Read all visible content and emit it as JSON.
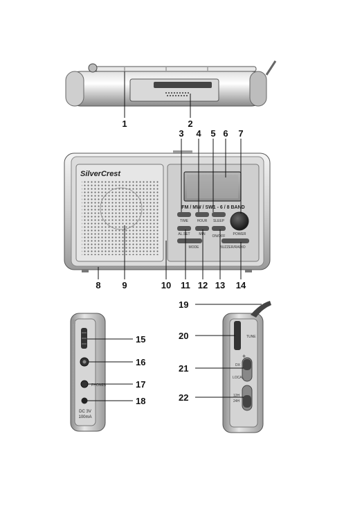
{
  "device": {
    "brand": "SilverCrest",
    "band_strip": "FM / MW / SW1 - 6 / 8 BAND",
    "buttons": {
      "time": "TIME",
      "hour": "HOUR",
      "sleep": "SLEEP",
      "power": "POWER",
      "al_set": "AL.SET",
      "min": "MIN",
      "on_off": "ON/OFF",
      "mode": "MODE",
      "buzzer": "BUZZER/RADIO"
    },
    "side_left": {
      "dc_label": "DC 3V",
      "current_label": "100mA",
      "phones": "PHONES"
    },
    "side_right": {
      "tune_label": "TUNE",
      "dx_label": "DX",
      "local_label": "LOCAL",
      "h12_label": "12H",
      "h24_label": "24H"
    }
  },
  "callouts": {
    "c1": "1",
    "c2": "2",
    "c3": "3",
    "c4": "4",
    "c5": "5",
    "c6": "6",
    "c7": "7",
    "c8": "8",
    "c9": "9",
    "c10": "10",
    "c11": "11",
    "c12": "12",
    "c13": "13",
    "c14": "14",
    "c15": "15",
    "c16": "16",
    "c17": "17",
    "c18": "18",
    "c19": "19",
    "c20": "20",
    "c21": "21",
    "c22": "22"
  }
}
